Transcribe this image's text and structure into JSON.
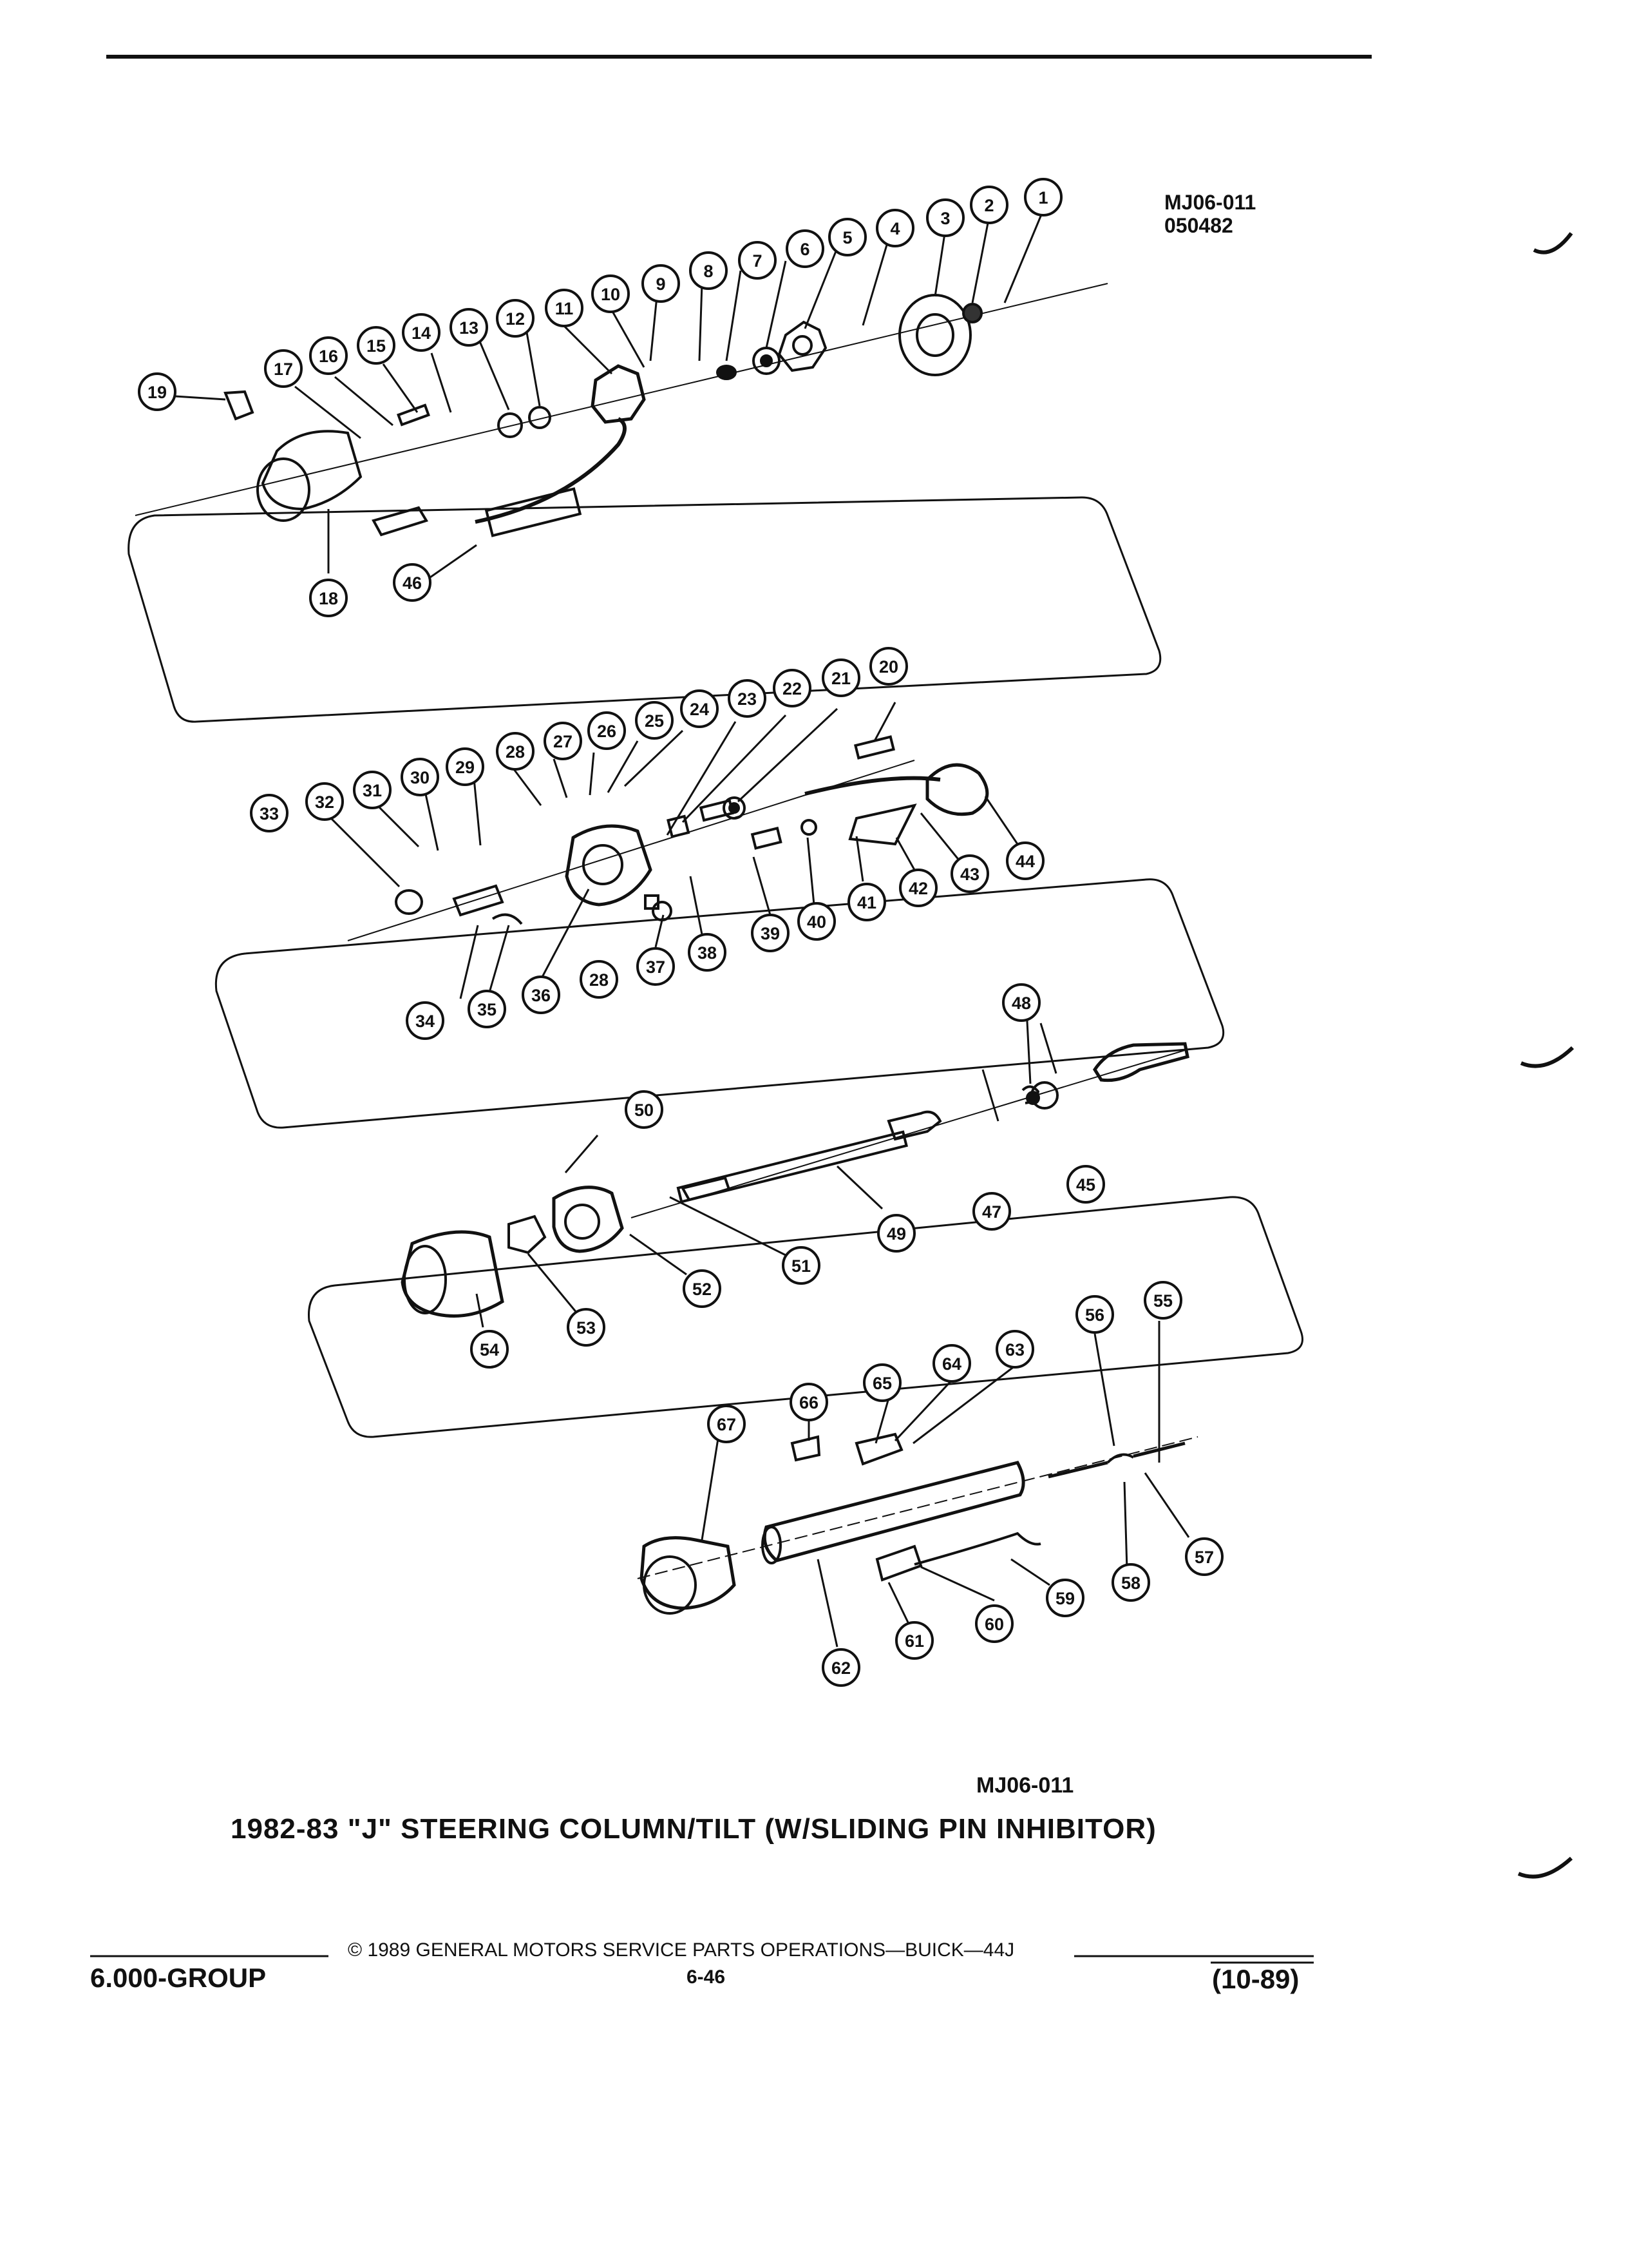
{
  "drawing_id_top": {
    "line1": "MJ06-011",
    "line2": "050482"
  },
  "drawing_id_bottom": "MJ06-011",
  "caption": "1982-83 \"J\" STEERING COLUMN/TILT (W/SLIDING PIN INHIBITOR)",
  "footer": {
    "copyright": "© 1989 GENERAL MOTORS SERVICE PARTS OPERATIONS—BUICK—44J",
    "group": "6.000-GROUP",
    "page": "6-46",
    "revision": "(10-89)"
  },
  "callouts": [
    "1",
    "2",
    "3",
    "4",
    "5",
    "6",
    "7",
    "8",
    "9",
    "10",
    "11",
    "12",
    "13",
    "14",
    "15",
    "16",
    "17",
    "18",
    "19",
    "20",
    "21",
    "22",
    "23",
    "24",
    "25",
    "26",
    "27",
    "28",
    "29",
    "30",
    "31",
    "32",
    "33",
    "34",
    "35",
    "36",
    "37",
    "38",
    "39",
    "40",
    "41",
    "42",
    "43",
    "44",
    "45",
    "46",
    "47",
    "48",
    "49",
    "50",
    "51",
    "52",
    "53",
    "54",
    "55",
    "56",
    "57",
    "58",
    "59",
    "60",
    "61",
    "62",
    "63",
    "64",
    "65",
    "66",
    "67",
    "28"
  ]
}
